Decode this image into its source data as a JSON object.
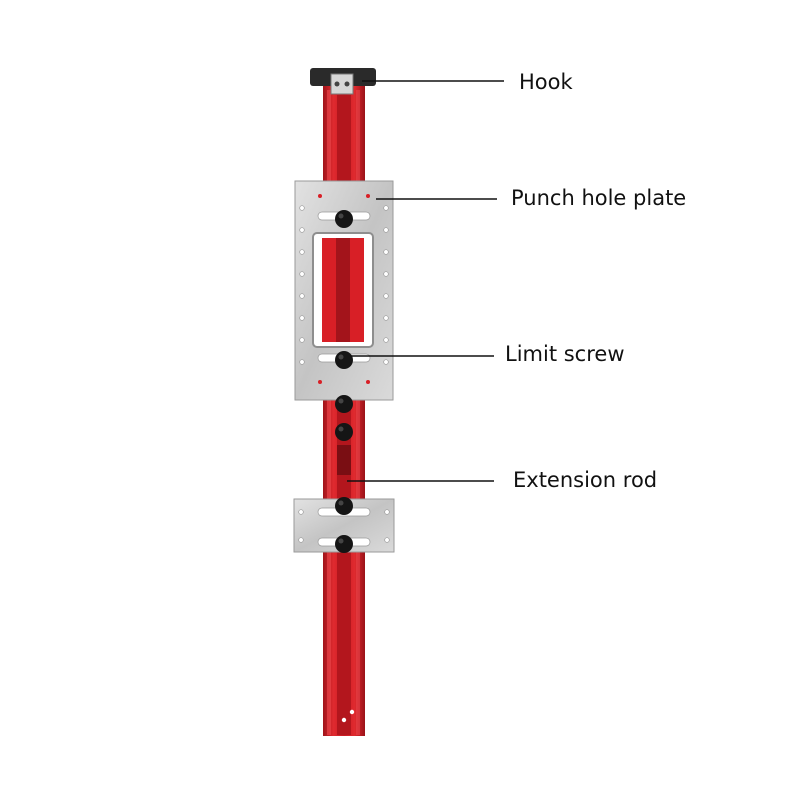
{
  "labels": {
    "hook": "Hook",
    "punch_hole_plate": "Punch hole plate",
    "limit_screw": "Limit screw",
    "extension_rod": "Extension rod"
  },
  "colors": {
    "rod": "#d81f26",
    "rod_dark": "#a0141a",
    "plate": "#c9c9c9",
    "plate_edge": "#9a9a9a",
    "screw": "#151515",
    "hook": "#2a2a2a",
    "leader": "#111111"
  }
}
